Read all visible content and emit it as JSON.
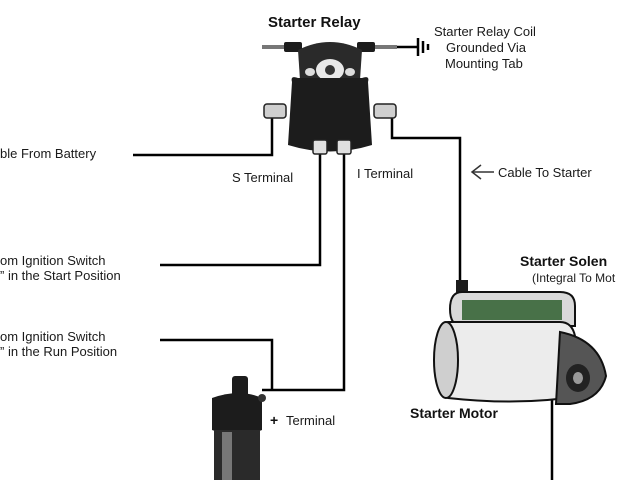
{
  "labels": {
    "starter_relay": "Starter Relay",
    "coil_line1": "Starter Relay Coil",
    "coil_line2": "Grounded Via",
    "coil_line3": "Mounting Tab",
    "cable_from_battery": "ble From Battery",
    "s_terminal": "S Terminal",
    "i_terminal": "I Terminal",
    "cable_to_starter": "Cable To Starter",
    "ign_start_line1": "om Ignition Switch",
    "ign_start_line2": "” in the Start Position",
    "ign_run_line1": "om Ignition Switch",
    "ign_run_line2": "” in the Run Position",
    "plus_terminal": "Terminal",
    "plus_sign": "+",
    "starter_solenoid": "Starter Solen",
    "integral_to_motor": "(Integral To Mot",
    "starter_motor": "Starter Motor"
  },
  "colors": {
    "ink": "#000000",
    "paper": "#ffffff",
    "component_fill": "#1c1c1c",
    "solenoid_green": "#2e5e2e"
  }
}
